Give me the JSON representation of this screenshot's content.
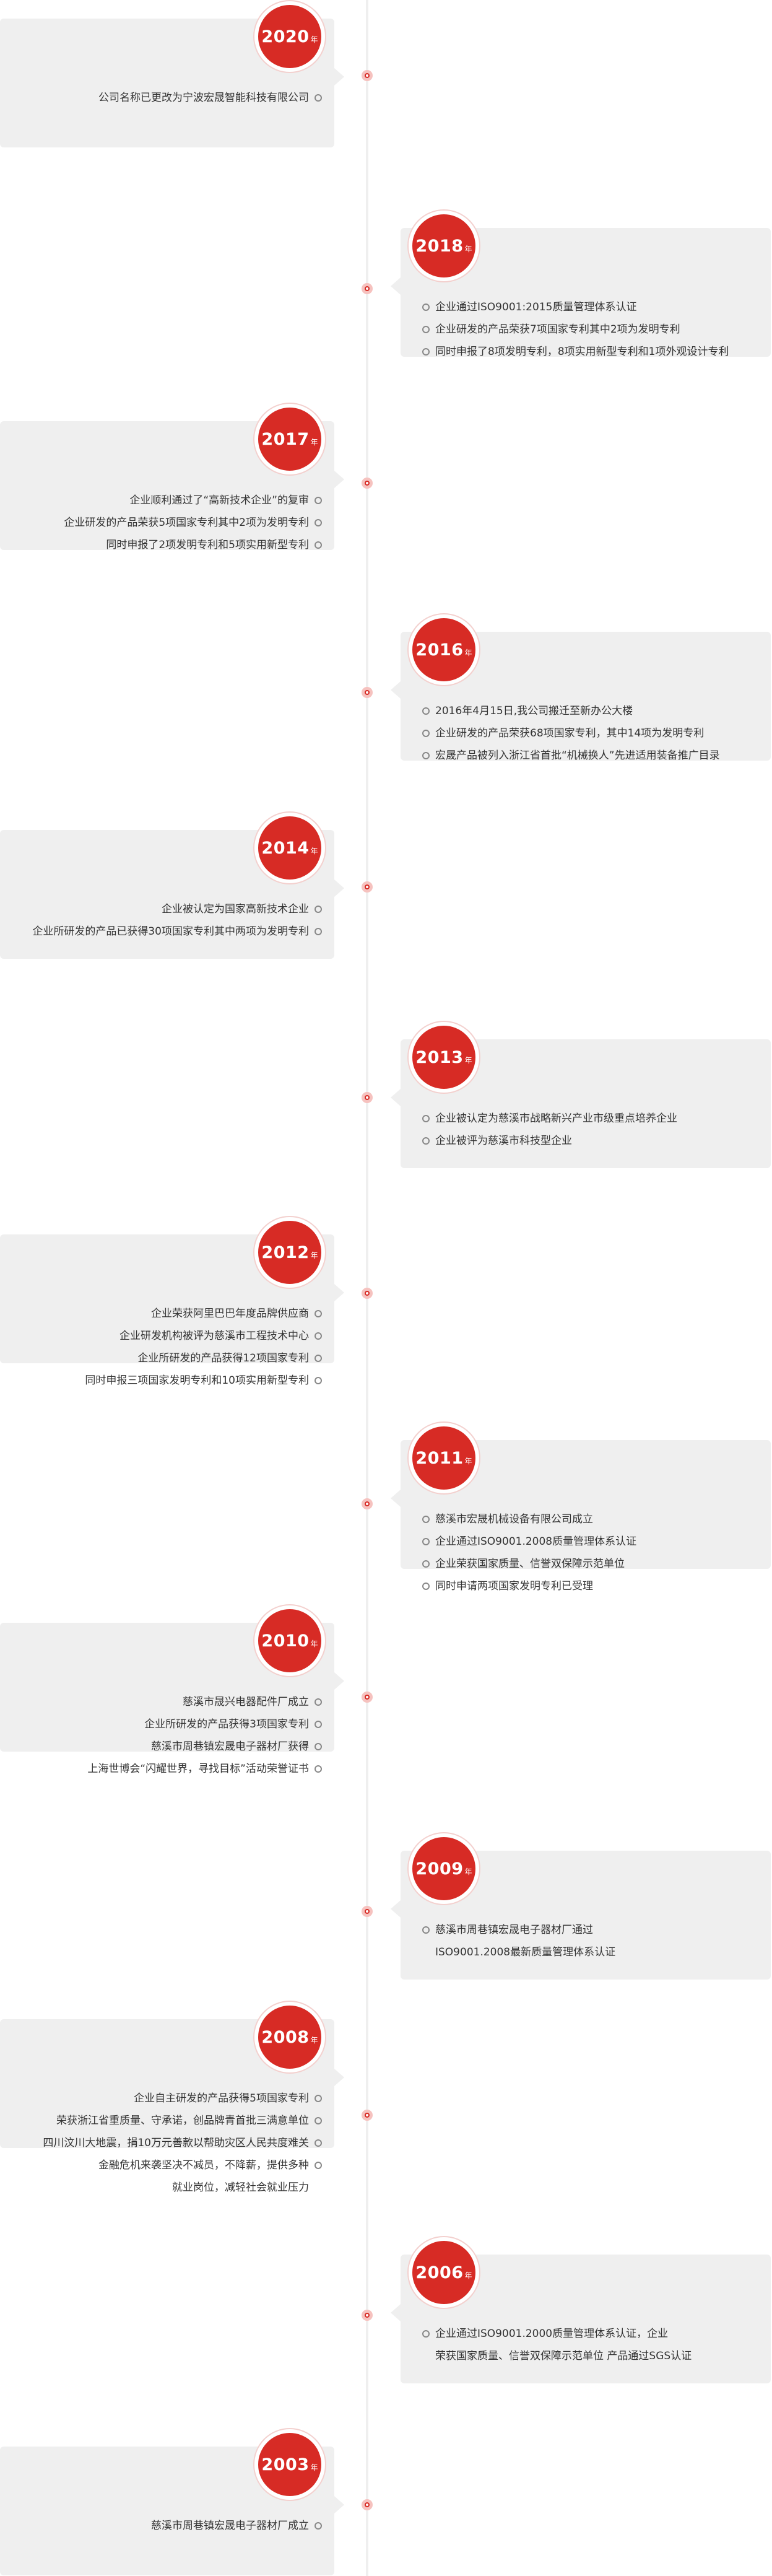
{
  "timeline": {
    "year_suffix": "年",
    "entries": [
      {
        "year": "2020",
        "items": [
          "公司名称已更改为宁波宏晟智能科技有限公司"
        ]
      },
      {
        "year": "2018",
        "items": [
          "企业通过ISO9001:2015质量管理体系认证",
          "企业研发的产品荣获7项国家专利其中2项为发明专利",
          "同时申报了8项发明专利，8项实用新型专利和1项外观设计专利"
        ]
      },
      {
        "year": "2017",
        "items": [
          "企业顺利通过了“高新技术企业”的复审",
          "企业研发的产品荣获5项国家专利其中2项为发明专利",
          "同时申报了2项发明专利和5项实用新型专利"
        ]
      },
      {
        "year": "2016",
        "items": [
          "2016年4月15日,我公司搬迁至新办公大楼",
          "企业研发的产品荣获68项国家专利，其中14项为发明专利",
          "宏晟产品被列入浙江省首批“机械换人”先进适用装备推广目录"
        ]
      },
      {
        "year": "2014",
        "items": [
          "企业被认定为国家高新技术企业",
          "企业所研发的产品已获得30项国家专利其中两项为发明专利"
        ]
      },
      {
        "year": "2013",
        "items": [
          "企业被认定为慈溪市战略新兴产业市级重点培养企业",
          "企业被评为慈溪市科技型企业"
        ]
      },
      {
        "year": "2012",
        "items": [
          "企业荣获阿里巴巴年度品牌供应商",
          "企业研发机构被评为慈溪市工程技术中心",
          "企业所研发的产品获得12项国家专利",
          "同时申报三项国家发明专利和10项实用新型专利"
        ]
      },
      {
        "year": "2011",
        "items": [
          "慈溪市宏晟机械设备有限公司成立",
          "企业通过ISO9001.2008质量管理体系认证",
          "企业荣获国家质量、信誉双保障示范单位",
          "同时申请两项国家发明专利已受理"
        ]
      },
      {
        "year": "2010",
        "items": [
          "慈溪市晟兴电器配件厂成立",
          "企业所研发的产品获得3项国家专利",
          "慈溪市周巷镇宏晟电子器材厂获得",
          "上海世博会“闪耀世界，寻找目标”活动荣誉证书"
        ]
      },
      {
        "year": "2009",
        "items": [
          "慈溪市周巷镇宏晟电子器材厂通过",
          "ISO9001.2008最新质量管理体系认证"
        ]
      },
      {
        "year": "2008",
        "items": [
          "企业自主研发的产品获得5项国家专利",
          "荣获浙江省重质量、守承诺，创品牌青首批三满意单位",
          "四川汶川大地震，捐10万元善款以帮助灾区人民共度难关",
          "金融危机来袭坚决不减员，不降薪，提供多种",
          "就业岗位，减轻社会就业压力"
        ]
      },
      {
        "year": "2006",
        "items": [
          "企业通过ISO9001.2000质量管理体系认证，企业",
          "荣获国家质量、信誉双保障示范单位  产品通过SGS认证"
        ]
      },
      {
        "year": "2003",
        "items": [
          "慈溪市周巷镇宏晟电子器材厂成立"
        ]
      }
    ]
  }
}
